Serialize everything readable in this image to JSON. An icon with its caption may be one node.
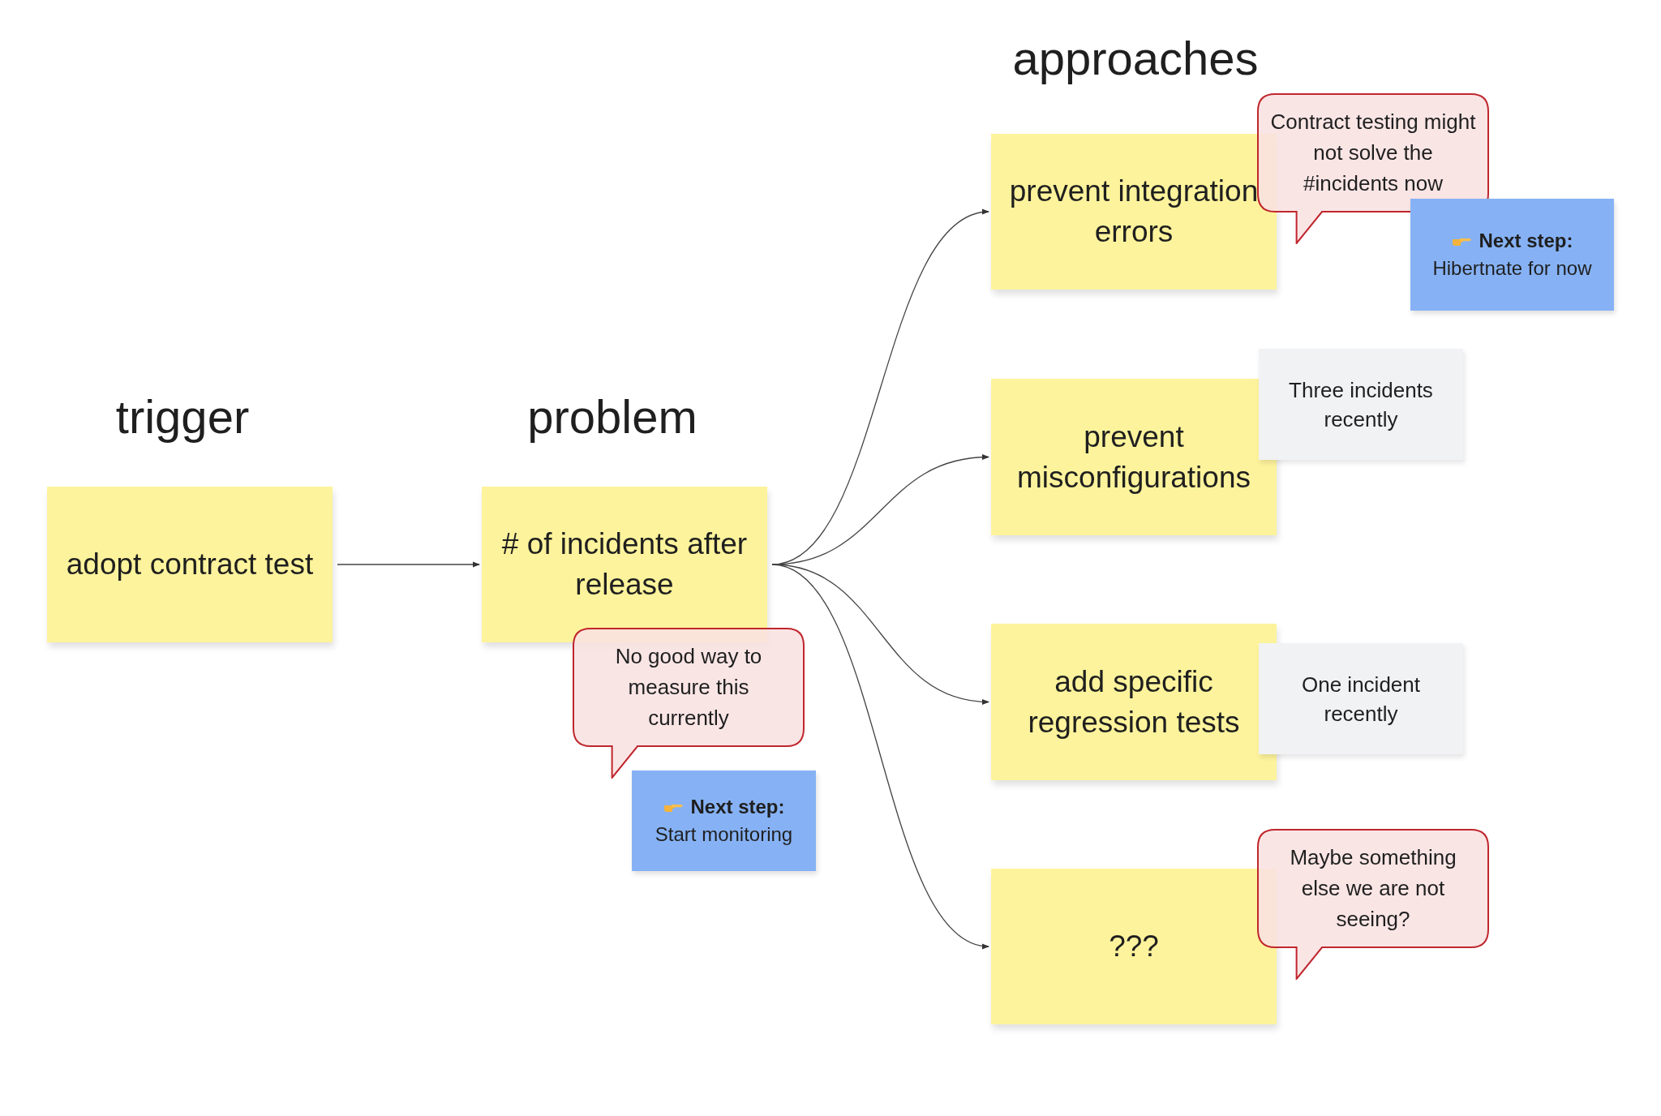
{
  "diagram": {
    "nodes": [
      {
        "text": [
          "adopt contract test"
        ]
      },
      {
        "text": [
          "# of incidents after release"
        ]
      },
      {
        "text": [
          "No good way to measure this currently"
        ]
      },
      {
        "text": [
          "Next step:",
          "Start monitoring"
        ]
      },
      {
        "text": [
          "prevent integration errors"
        ]
      },
      {
        "text": [
          "Contract testing might not solve the #incidents now"
        ]
      },
      {
        "text": [
          "Next step:",
          "Hibertnate for now"
        ]
      },
      {
        "text": [
          "prevent misconfigurations"
        ]
      },
      {
        "text": [
          "Three incidents recently"
        ]
      },
      {
        "text": [
          "add specific regression tests"
        ]
      },
      {
        "text": [
          "One incident recently"
        ]
      },
      {
        "text": [
          "???"
        ]
      },
      {
        "text": [
          "Maybe something else we are not seeing?"
        ]
      }
    ],
    "edges": [
      {
        "from": 0,
        "to": 1,
        "arrow": "to"
      },
      {
        "from": 1,
        "to": 4,
        "arrow": "to"
      },
      {
        "from": 1,
        "to": 7,
        "arrow": "to"
      },
      {
        "from": 1,
        "to": 9,
        "arrow": "to"
      },
      {
        "from": 1,
        "to": 11,
        "arrow": "to"
      }
    ],
    "labels": [
      "approaches",
      "trigger",
      "problem"
    ]
  }
}
